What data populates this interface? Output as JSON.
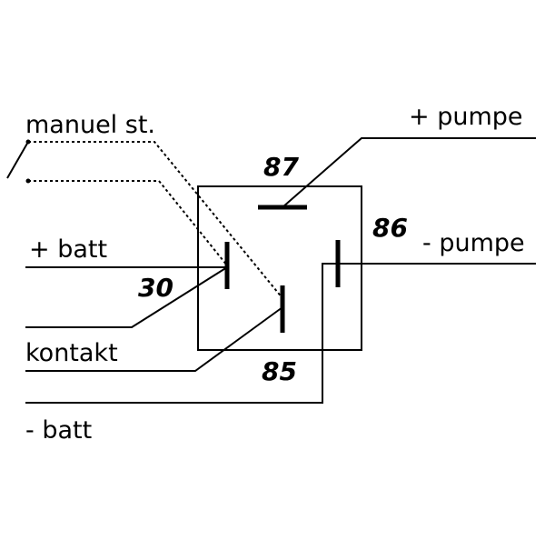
{
  "labels": {
    "manuel": "manuel st.",
    "batt_plus": "+ batt",
    "kontakt": "kontakt",
    "batt_minus": "- batt",
    "pumpe_plus": "+ pumpe",
    "pumpe_minus": "- pumpe"
  },
  "pins": {
    "p30": "30",
    "p85": "85",
    "p86": "86",
    "p87": "87"
  }
}
